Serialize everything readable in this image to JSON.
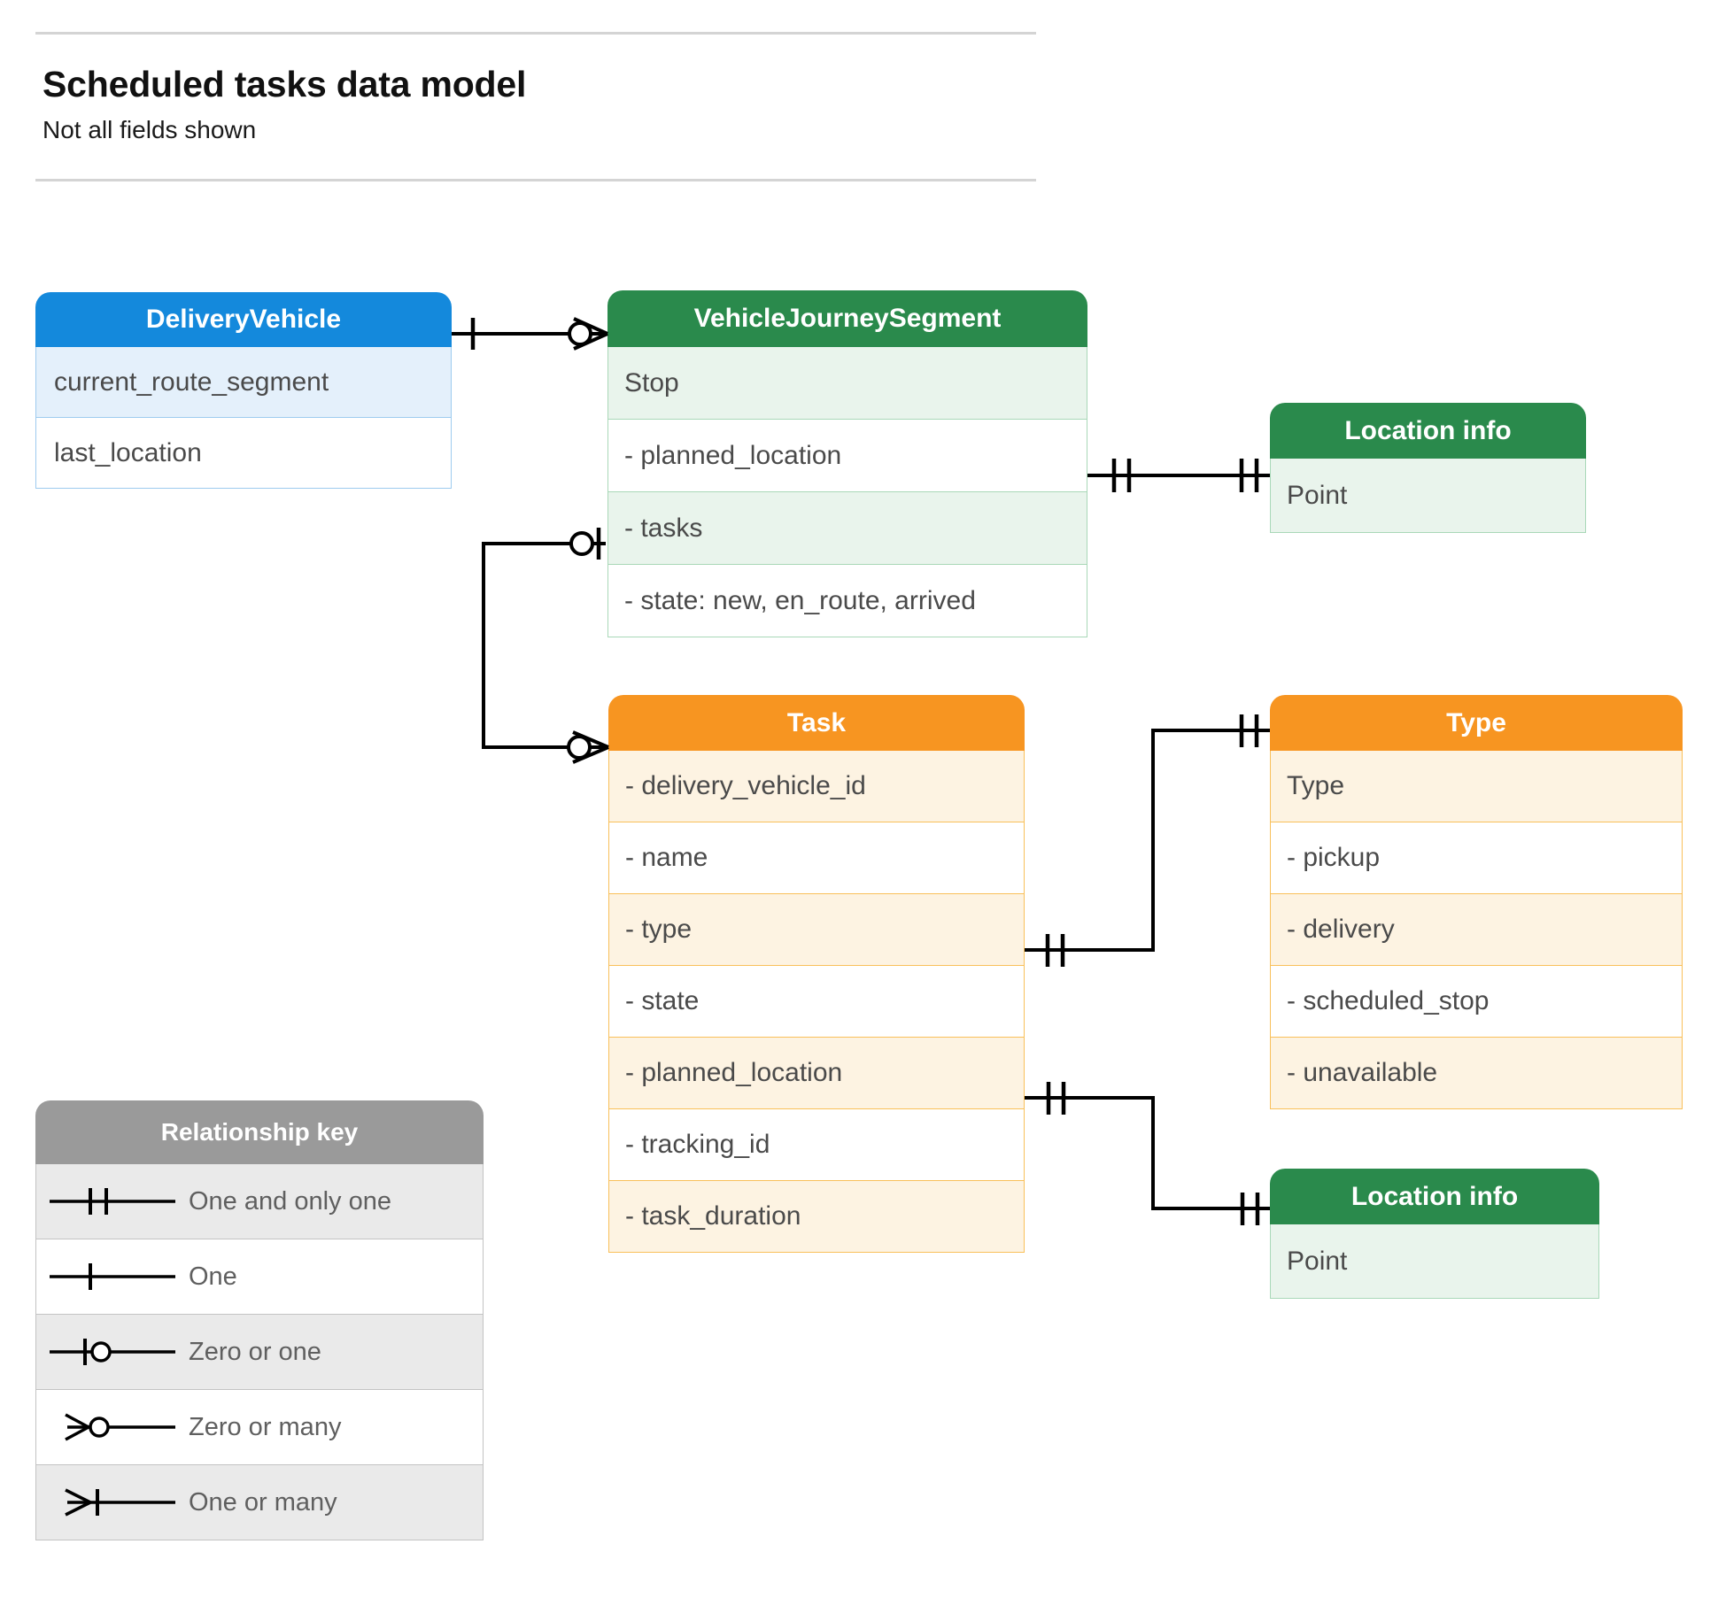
{
  "header": {
    "title": "Scheduled tasks data model",
    "subtitle": "Not all fields shown"
  },
  "colors": {
    "blue_header": "#1489dc",
    "blue_row": "#e4f0fb",
    "blue_border": "#9ecbef",
    "green_header": "#2a8a4c",
    "green_row": "#e9f4ec",
    "green_border": "#a9d8b8",
    "orange_header": "#f79521",
    "orange_row": "#fdf3e2",
    "orange_border": "#f9c05a",
    "grey_header": "#9a9a9a",
    "grey_row": "#eaeaea",
    "grey_border": "#c3c3c3",
    "connector": "#000000",
    "rule": "#d4d4d4"
  },
  "entities": {
    "delivery_vehicle": {
      "title": "DeliveryVehicle",
      "rows": [
        "current_route_segment",
        "last_location"
      ]
    },
    "vehicle_journey_segment": {
      "title": "VehicleJourneySegment",
      "rows": [
        "Stop",
        "-  planned_location",
        "- tasks",
        "- state: new, en_route, arrived"
      ]
    },
    "location_info_top": {
      "title": "Location info",
      "rows": [
        "Point"
      ]
    },
    "task": {
      "title": "Task",
      "rows": [
        "- delivery_vehicle_id",
        "- name",
        "- type",
        "- state",
        "- planned_location",
        "- tracking_id",
        "- task_duration"
      ]
    },
    "type": {
      "title": "Type",
      "rows": [
        "Type",
        "-   pickup",
        "-   delivery",
        "-   scheduled_stop",
        "-   unavailable"
      ]
    },
    "location_info_bottom": {
      "title": "Location info",
      "rows": [
        "Point"
      ]
    }
  },
  "relationship_key": {
    "title": "Relationship key",
    "items": [
      {
        "symbol": "one-and-only-one",
        "label": "One and only one"
      },
      {
        "symbol": "one",
        "label": "One"
      },
      {
        "symbol": "zero-or-one",
        "label": "Zero or one"
      },
      {
        "symbol": "zero-or-many",
        "label": "Zero or many"
      },
      {
        "symbol": "one-or-many",
        "label": "One or many"
      }
    ]
  },
  "connections": [
    {
      "name": "deliveryvehicle-to-vehiclejourneysegment",
      "from": "DeliveryVehicle",
      "from_cardinality": "One",
      "to": "VehicleJourneySegment",
      "to_cardinality": "Zero or many"
    },
    {
      "name": "vjs-planned-location-to-location-info",
      "from": "VehicleJourneySegment.planned_location",
      "from_cardinality": "One and only one",
      "to": "Location info",
      "to_cardinality": "One and only one"
    },
    {
      "name": "vjs-tasks-to-task",
      "from": "VehicleJourneySegment.tasks",
      "from_cardinality": "Zero or one",
      "to": "Task",
      "to_cardinality": "Zero or many"
    },
    {
      "name": "task-type-to-type",
      "from": "Task.type",
      "from_cardinality": "One and only one",
      "to": "Type",
      "to_cardinality": "One and only one"
    },
    {
      "name": "task-planned-location-to-location-info",
      "from": "Task.planned_location",
      "from_cardinality": "One and only one",
      "to": "Location info",
      "to_cardinality": "One and only one"
    }
  ]
}
